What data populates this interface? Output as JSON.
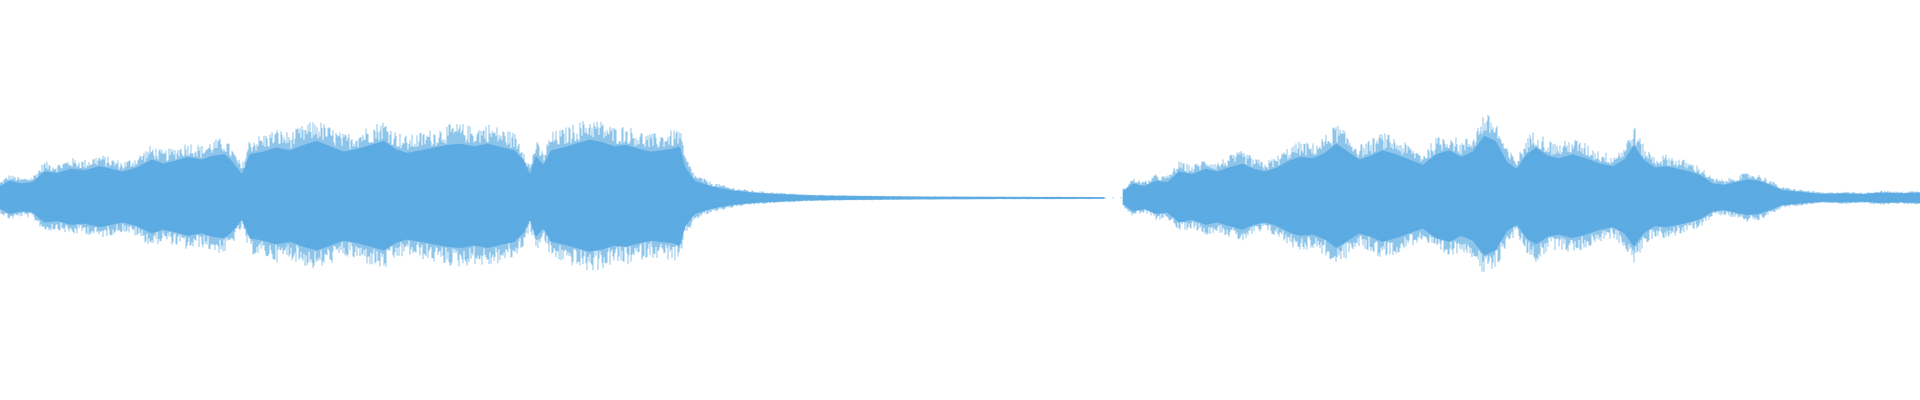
{
  "waveform": {
    "color": "#5dabe2",
    "background": "#ffffff",
    "segments": [
      {
        "name": "segment-1",
        "envelope": [
          [
            0.0,
            0.18
          ],
          [
            0.005,
            0.26
          ],
          [
            0.011,
            0.22
          ],
          [
            0.017,
            0.24
          ],
          [
            0.023,
            0.4
          ],
          [
            0.03,
            0.38
          ],
          [
            0.037,
            0.44
          ],
          [
            0.044,
            0.42
          ],
          [
            0.052,
            0.48
          ],
          [
            0.058,
            0.44
          ],
          [
            0.064,
            0.4
          ],
          [
            0.071,
            0.46
          ],
          [
            0.079,
            0.58
          ],
          [
            0.085,
            0.52
          ],
          [
            0.091,
            0.56
          ],
          [
            0.098,
            0.62
          ],
          [
            0.105,
            0.58
          ],
          [
            0.111,
            0.64
          ],
          [
            0.117,
            0.66
          ],
          [
            0.121,
            0.55
          ],
          [
            0.126,
            0.36
          ],
          [
            0.13,
            0.66
          ],
          [
            0.137,
            0.7
          ],
          [
            0.144,
            0.76
          ],
          [
            0.151,
            0.72
          ],
          [
            0.158,
            0.8
          ],
          [
            0.165,
            0.86
          ],
          [
            0.172,
            0.78
          ],
          [
            0.179,
            0.7
          ],
          [
            0.186,
            0.74
          ],
          [
            0.193,
            0.8
          ],
          [
            0.2,
            0.86
          ],
          [
            0.206,
            0.74
          ],
          [
            0.212,
            0.68
          ],
          [
            0.219,
            0.72
          ],
          [
            0.226,
            0.76
          ],
          [
            0.233,
            0.8
          ],
          [
            0.24,
            0.82
          ],
          [
            0.247,
            0.78
          ],
          [
            0.254,
            0.82
          ],
          [
            0.262,
            0.76
          ],
          [
            0.268,
            0.72
          ],
          [
            0.273,
            0.56
          ],
          [
            0.276,
            0.36
          ],
          [
            0.279,
            0.64
          ],
          [
            0.283,
            0.5
          ],
          [
            0.287,
            0.72
          ],
          [
            0.293,
            0.76
          ],
          [
            0.3,
            0.82
          ],
          [
            0.307,
            0.88
          ],
          [
            0.314,
            0.84
          ],
          [
            0.32,
            0.78
          ],
          [
            0.326,
            0.8
          ],
          [
            0.333,
            0.74
          ],
          [
            0.339,
            0.7
          ],
          [
            0.344,
            0.72
          ],
          [
            0.35,
            0.74
          ],
          [
            0.354,
            0.78
          ],
          [
            0.357,
            0.46
          ],
          [
            0.362,
            0.26
          ],
          [
            0.37,
            0.18
          ],
          [
            0.38,
            0.12
          ],
          [
            0.392,
            0.08
          ],
          [
            0.405,
            0.06
          ],
          [
            0.42,
            0.04
          ],
          [
            0.44,
            0.03
          ],
          [
            0.46,
            0.025
          ],
          [
            0.48,
            0.02
          ],
          [
            0.5,
            0.018
          ],
          [
            0.52,
            0.016
          ],
          [
            0.54,
            0.015
          ],
          [
            0.56,
            0.014
          ],
          [
            0.575,
            0.012
          ]
        ]
      },
      {
        "name": "segment-2",
        "envelope": [
          [
            0.585,
            0.1
          ],
          [
            0.59,
            0.22
          ],
          [
            0.596,
            0.18
          ],
          [
            0.602,
            0.26
          ],
          [
            0.608,
            0.24
          ],
          [
            0.614,
            0.4
          ],
          [
            0.621,
            0.36
          ],
          [
            0.628,
            0.44
          ],
          [
            0.634,
            0.4
          ],
          [
            0.64,
            0.46
          ],
          [
            0.647,
            0.52
          ],
          [
            0.653,
            0.44
          ],
          [
            0.659,
            0.4
          ],
          [
            0.665,
            0.46
          ],
          [
            0.671,
            0.56
          ],
          [
            0.677,
            0.62
          ],
          [
            0.684,
            0.6
          ],
          [
            0.69,
            0.68
          ],
          [
            0.696,
            0.82
          ],
          [
            0.702,
            0.7
          ],
          [
            0.708,
            0.58
          ],
          [
            0.714,
            0.64
          ],
          [
            0.72,
            0.72
          ],
          [
            0.727,
            0.66
          ],
          [
            0.734,
            0.58
          ],
          [
            0.741,
            0.5
          ],
          [
            0.748,
            0.66
          ],
          [
            0.755,
            0.72
          ],
          [
            0.761,
            0.62
          ],
          [
            0.767,
            0.7
          ],
          [
            0.773,
            0.94
          ],
          [
            0.779,
            0.86
          ],
          [
            0.785,
            0.54
          ],
          [
            0.79,
            0.44
          ],
          [
            0.795,
            0.66
          ],
          [
            0.8,
            0.76
          ],
          [
            0.806,
            0.64
          ],
          [
            0.812,
            0.6
          ],
          [
            0.819,
            0.66
          ],
          [
            0.826,
            0.6
          ],
          [
            0.833,
            0.52
          ],
          [
            0.84,
            0.48
          ],
          [
            0.846,
            0.58
          ],
          [
            0.851,
            0.8
          ],
          [
            0.856,
            0.58
          ],
          [
            0.862,
            0.46
          ],
          [
            0.868,
            0.48
          ],
          [
            0.874,
            0.44
          ],
          [
            0.88,
            0.4
          ],
          [
            0.886,
            0.34
          ],
          [
            0.892,
            0.22
          ],
          [
            0.898,
            0.2
          ],
          [
            0.904,
            0.24
          ],
          [
            0.91,
            0.28
          ],
          [
            0.916,
            0.26
          ],
          [
            0.922,
            0.2
          ],
          [
            0.928,
            0.12
          ],
          [
            0.935,
            0.1
          ],
          [
            0.942,
            0.08
          ],
          [
            0.95,
            0.06
          ],
          [
            0.96,
            0.07
          ],
          [
            0.97,
            0.06
          ],
          [
            0.98,
            0.08
          ],
          [
            0.99,
            0.07
          ],
          [
            1.0,
            0.08
          ]
        ]
      }
    ]
  }
}
